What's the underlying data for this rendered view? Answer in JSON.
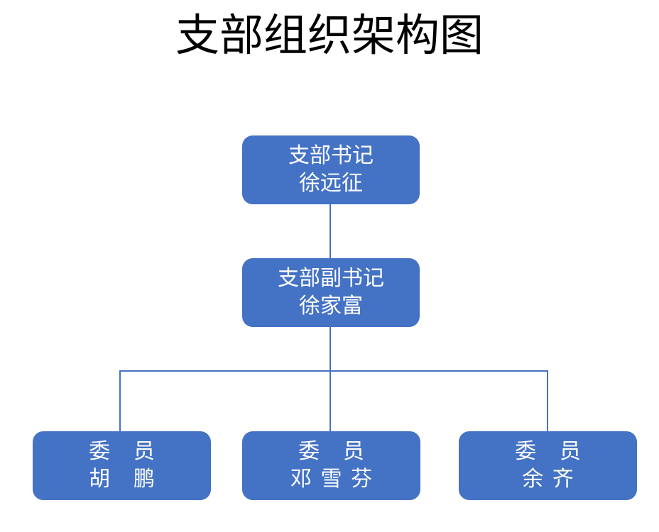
{
  "title": "支部组织架构图",
  "theme": {
    "node_fill": "#4472C4",
    "node_text": "#FFFFFF",
    "connector": "#4472C4",
    "background": "#FFFFFF",
    "title_text": "#000000"
  },
  "chart_data": {
    "type": "diagram",
    "diagram_type": "org-chart",
    "title": "支部组织架构图",
    "nodes": [
      {
        "id": "secretary",
        "role": "支部书记",
        "name": "徐远征",
        "level": 0,
        "spaced": false
      },
      {
        "id": "deputy",
        "role": "支部副书记",
        "name": "徐家富",
        "level": 1,
        "spaced": false
      },
      {
        "id": "member-hupeng",
        "role": "委 员",
        "name": "胡 鹏",
        "level": 2,
        "spaced": true
      },
      {
        "id": "member-dengxuefen",
        "role": "委 员",
        "name": "邓雪芬",
        "level": 2,
        "spaced": true
      },
      {
        "id": "member-yuqi",
        "role": "委 员",
        "name": "余齐",
        "level": 2,
        "spaced": true
      }
    ],
    "edges": [
      {
        "from": "secretary",
        "to": "deputy"
      },
      {
        "from": "deputy",
        "to": "member-hupeng"
      },
      {
        "from": "deputy",
        "to": "member-dengxuefen"
      },
      {
        "from": "deputy",
        "to": "member-yuqi"
      }
    ]
  }
}
